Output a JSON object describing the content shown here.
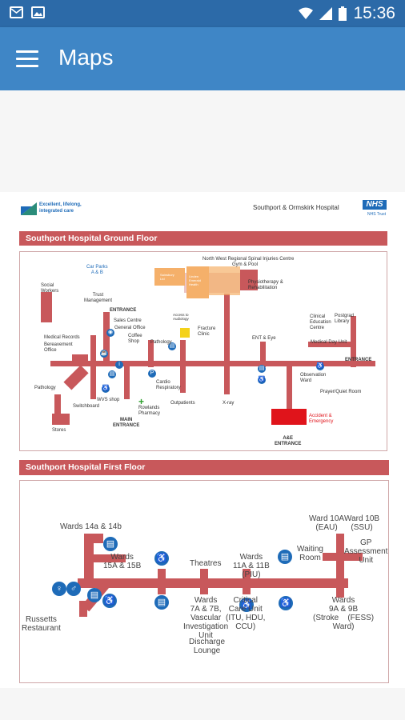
{
  "status_bar": {
    "time": "15:36"
  },
  "app_bar": {
    "title": "Maps"
  },
  "document": {
    "logo_text": [
      "Excellent, lifelong,",
      "integrated care"
    ],
    "trust_name": "Southport & Ormskirk Hospital",
    "nhs_badge": "NHS",
    "nhs_trust": "NHS Trust",
    "colors": {
      "accent": "#c8585b",
      "appbar": "#3f86c6",
      "statusbar": "#2c6aa8",
      "icon_blue": "#1e6bb8"
    },
    "ground_floor": {
      "heading": "Southport Hospital Ground Floor",
      "labels": {
        "car_parks": "Car Parks\nA & B",
        "spinal": "North West Regional Spinal Injuries Centre",
        "gym": "Gym & Pool",
        "physio": "Physiotherapy &\nRehabilitation",
        "social": "Social\nWorkers",
        "trust_mgmt": "Trust\nManagement",
        "entrance_left": "ENTRANCE",
        "sales": "Sales Centre",
        "general_office": "General Office",
        "coffee": "Coffee\nShop",
        "medical_records": "Medical Records",
        "bereavement": "Bereavement\nOffice",
        "pathology_top": "Pathology",
        "access_audiology": "Access to\nAudiology",
        "fracture": "Fracture\nClinic",
        "ent": "ENT & Eye",
        "clinical_edu": "Clinical\nEducation\nCentre",
        "postgrad": "Postgrad\nLibrary",
        "medical_day": "Medical Day Unit",
        "entrance_right": "ENTRANCE",
        "pathology": "Pathology",
        "switchboard": "Switchboard",
        "wvs": "WVS shop",
        "cardio": "Cardio\nRespiratory",
        "rowlands": "Rowlands\nPharmacy",
        "outpatients": "Outpatients",
        "xray": "X-ray",
        "observation": "Observation\nWard",
        "prayer": "Prayer/Quiet Room",
        "stores": "Stores",
        "main_entrance": "MAIN\nENTRANCE",
        "ae_entrance": "A&E\nENTRANCE",
        "ae": "Accident &\nEmergency",
        "orange1": "Sainsbury\nLtd",
        "orange2": "Linden\nEmerald\nHealth"
      }
    },
    "first_floor": {
      "heading": "Southport Hospital First Floor",
      "labels": {
        "wards14": "Wards 14a & 14b",
        "wards15": "Wards\n15A & 15B",
        "theatres": "Theatres",
        "wards11": "Wards\n11A & 11B\n(PIU)",
        "ward10a": "Ward 10A\n(EAU)",
        "ward10b": "Ward 10B\n(SSU)",
        "waiting": "Waiting\nRoom",
        "gp": "GP\nAssessment\nUnit",
        "russetts": "Russetts\nRestaurant",
        "wards7": "Wards\n7A & 7B,\nVascular\nInvestigation\nUnit",
        "discharge": "Discharge\nLounge",
        "critical": "Critical\nCare Unit\n(ITU, HDU,\nCCU)",
        "wards9": "Wards\n9A & 9B\n(Stroke    (FESS)\nWard)"
      }
    }
  }
}
